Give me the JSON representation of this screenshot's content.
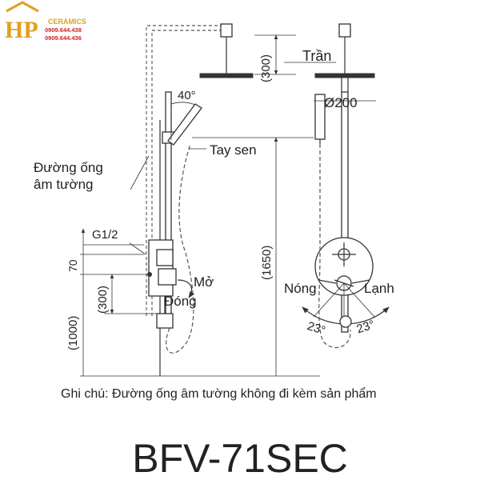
{
  "logo": {
    "mark": "HP",
    "brand": "CERAMICS",
    "phone_1": "0909.644.438",
    "phone_2": "0909.644.436",
    "colors": {
      "mark": "#e0a020",
      "brand": "#e0a020",
      "phones": "#d42020",
      "roof": "#e0a020"
    }
  },
  "labels": {
    "ceiling": "Trần",
    "ceiling_dim": "(300)",
    "head_diameter": "Ø200",
    "angle_top": "40°",
    "hand_shower": "Tay sen",
    "concealed_pipe_line1": "Đường ống",
    "concealed_pipe_line2": "âm tường",
    "thread": "G1/2",
    "dim_70": "70",
    "dim_300_low": "(300)",
    "dim_1000": "(1000)",
    "dim_1650": "(1650)",
    "open": "Mở",
    "close": "Đóng",
    "hot": "Nóng",
    "cold": "Lạnh",
    "angle_left": "23°",
    "angle_right": "23°"
  },
  "note": "Ghi chú: Đường ống âm tường không đi kèm sản phẩm",
  "model": "BFV-71SEC"
}
